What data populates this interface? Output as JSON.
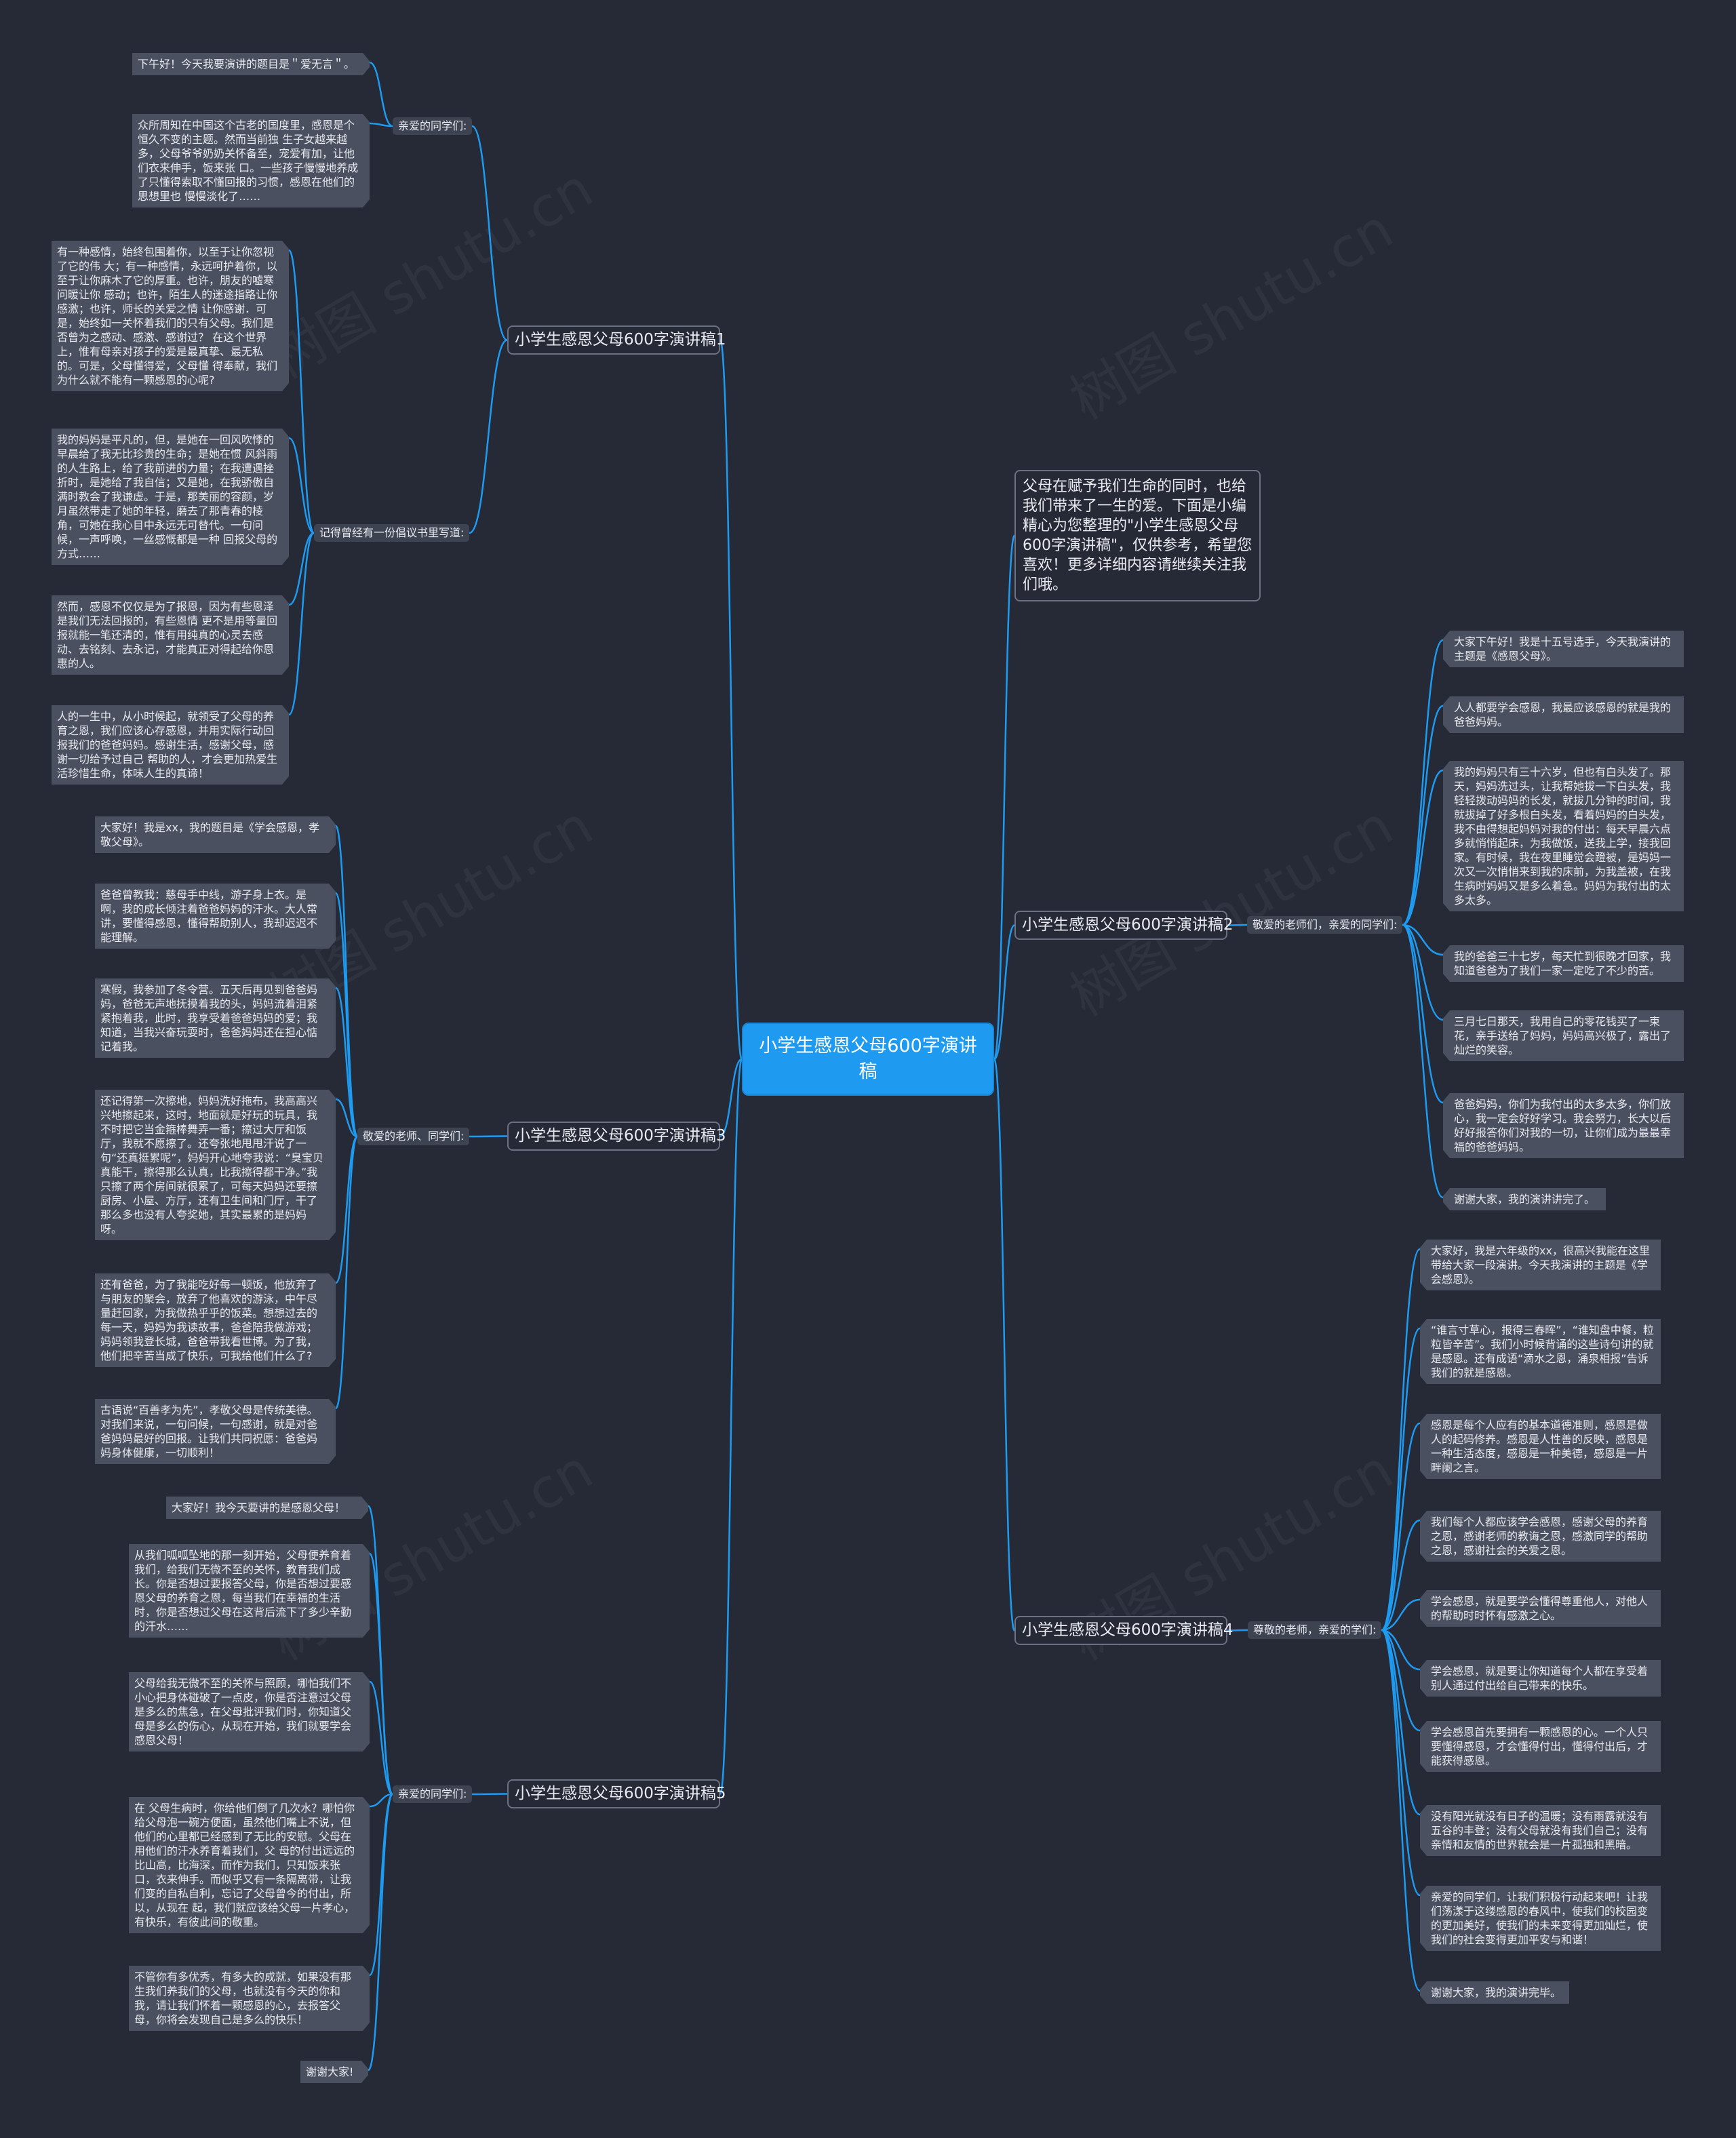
{
  "root": "小学生感恩父母600字演讲稿",
  "intro": "父母在赋予我们生命的同时，也给我们带来了一生的爱。下面是小编精心为您整理的\"小学生感恩父母600字演讲稿\"，仅供参考，希望您喜欢！更多详细内容请继续关注我们哦。",
  "watermark": "树图 shutu.cn",
  "topics": [
    {
      "title": "小学生感恩父母600字演讲稿1",
      "groups": [
        {
          "label": "亲爱的同学们:",
          "leaves": [
            "下午好！今天我要演讲的题目是＂爱无言＂。",
            "众所周知在中国这个古老的国度里，感恩是个恒久不变的主题。然而当前独 生子女越来越多，父母爷爷奶奶关怀备至，宠爱有加，让他们衣来伸手，饭来张 口。一些孩子慢慢地养成了只懂得索取不懂回报的习惯，感恩在他们的思想里也 慢慢淡化了……"
          ]
        },
        {
          "label": "记得曾经有一份倡议书里写道:",
          "leaves": [
            "有一种感情，始终包围着你，以至于让你忽视了它的伟 大；有一种感情，永远呵护着你，以至于让你麻木了它的厚重。也许，朋友的嘘寒问暖让你 感动；也许，陌生人的迷途指路让你感激；也许，师长的关爱之情 让你感谢．可是，始终如一关怀着我们的只有父母。我们是否曾为之感动、感激、感谢过？ 在这个世界上，惟有母亲对孩子的爱是最真挚、最无私的。可是，父母懂得爱，父母懂 得奉献，我们为什么就不能有一颗感恩的心呢?",
            "我的妈妈是平凡的，但，是她在一回风吹悸的早晨给了我无比珍贵的生命；是她在惯 风斜雨的人生路上，给了我前进的力量；在我遭遇挫折时，是她给了我自信；又是她，在我骄傲自满时教会了我谦虚。于是，那美丽的容颜，岁月虽然带走了她的年轻，磨去了那青春的棱角，可她在我心目中永远无可替代。一句问候，一声呼唤，一丝感慨都是一种 回报父母的方式……",
            "然而，感恩不仅仅是为了报恩，因为有些恩泽是我们无法回报的，有些恩情 更不是用等量回报就能一笔还清的，惟有用纯真的心灵去感动、去铭刻、去永记，才能真正对得起给你恩惠的人。",
            "人的一生中，从小时候起，就领受了父母的养育之恩，我们应该心存感恩，并用实际行动回报我们的爸爸妈妈。感谢生活，感谢父母，感谢一切给予过自己 帮助的人，才会更加热爱生活珍惜生命，体味人生的真谛！"
          ]
        }
      ]
    },
    {
      "title": "小学生感恩父母600字演讲稿2",
      "groups": [
        {
          "label": "敬爱的老师们，亲爱的同学们:",
          "leaves": [
            "大家下午好！我是十五号选手，今天我演讲的主题是《感恩父母》。",
            "人人都要学会感恩，我最应该感恩的就是我的爸爸妈妈。",
            "我的妈妈只有三十六岁，但也有白头发了。那天，妈妈洗过头，让我帮她拔一下白头发，我轻轻拨动妈妈的长发，就拔几分钟的时间，我就拔掉了好多根白头发，看着妈妈的白头发，我不由得想起妈妈对我的付出：每天早晨六点多就悄悄起床，为我做饭，送我上学，接我回家。有时候，我在夜里睡觉会蹬被，是妈妈一次又一次悄悄来到我的床前，为我盖被，在我生病时妈妈又是多么着急。妈妈为我付出的太多太多。",
            "我的爸爸三十七岁，每天忙到很晚才回家，我知道爸爸为了我们一家一定吃了不少的苦。",
            "三月七日那天，我用自己的零花钱买了一束花，亲手送给了妈妈，妈妈高兴极了，露出了灿烂的笑容。",
            "爸爸妈妈，你们为我付出的太多太多，你们放心，我一定会好好学习。我会努力，长大以后好好报答你们对我的一切，让你们成为最最幸福的爸爸妈妈。",
            "谢谢大家，我的演讲讲完了。"
          ]
        }
      ]
    },
    {
      "title": "小学生感恩父母600字演讲稿3",
      "groups": [
        {
          "label": "敬爱的老师、同学们:",
          "leaves": [
            "大家好！我是xx，我的题目是《学会感恩，孝敬父母》。",
            "爸爸曾教我：慈母手中线，游子身上衣。是啊，我的成长倾注着爸爸妈妈的汗水。大人常讲，要懂得感恩，懂得帮助别人，我却迟迟不能理解。",
            "寒假，我参加了冬令营。五天后再见到爸爸妈妈，爸爸无声地抚摸着我的头，妈妈流着泪紧紧抱着我，此时，我享受着爸爸妈妈的爱；我知道，当我兴奋玩耍时，爸爸妈妈还在担心惦记着我。",
            "还记得第一次擦地，妈妈洗好拖布，我高高兴兴地擦起来，这时，地面就是好玩的玩具，我不时把它当金箍棒舞弄一番；擦过大厅和饭厅，我就不愿擦了。还夸张地甩甩汗说了一句“还真挺累呢”，妈妈开心地夸我说：“臭宝贝真能干，擦得那么认真，比我擦得都干净。”我只擦了两个房间就很累了，可每天妈妈还要擦厨房、小屋、方厅，还有卫生间和门厅，干了那么多也没有人夸奖她，其实最累的是妈妈呀。",
            "还有爸爸，为了我能吃好每一顿饭，他放弃了与朋友的聚会，放弃了他喜欢的游泳，中午尽量赶回家，为我做热乎乎的饭菜。想想过去的每一天，妈妈为我读故事，爸爸陪我做游戏；妈妈领我登长城，爸爸带我看世博。为了我，他们把辛苦当成了快乐，可我给他们什么了?",
            "古语说“百善孝为先”，孝敬父母是传统美德。对我们来说，一句问候，一句感谢，就是对爸爸妈妈最好的回报。让我们共同祝愿：爸爸妈妈身体健康，一切顺利！"
          ]
        }
      ]
    },
    {
      "title": "小学生感恩父母600字演讲稿4",
      "groups": [
        {
          "label": "尊敬的老师，亲爱的学们:",
          "leaves": [
            "大家好，我是六年级的xx，很高兴我能在这里带给大家一段演讲。今天我演讲的主题是《学会感恩》。",
            "“谁言寸草心，报得三春晖”，“谁知盘中餐，粒粒皆辛苦”。我们小时候背诵的这些诗句讲的就是感恩。还有成语“滴水之恩，涌泉相报”告诉我们的就是感恩。",
            "感恩是每个人应有的基本道德准则，感恩是做人的起码修养。感恩是人性善的反映，感恩是一种生活态度，感恩是一种美德，感恩是一片畔阑之言。",
            "我们每个人都应该学会感恩，感谢父母的养育之恩，感谢老师的教诲之恩，感激同学的帮助之恩，感谢社会的关爱之恩。",
            "学会感恩，就是要学会懂得尊重他人，对他人的帮助时时怀有感激之心。",
            "学会感恩，就是要让你知道每个人都在享受着别人通过付出给自己带来的快乐。",
            "学会感恩首先要拥有一颗感恩的心。一个人只要懂得感恩，才会懂得付出，懂得付出后，才能获得感恩。",
            "没有阳光就没有日子的温暖；没有雨露就没有五谷的丰登；没有父母就没有我们自己；没有亲情和友情的世界就会是一片孤独和黑暗。",
            "亲爱的同学们，让我们积极行动起来吧！让我们荡漾于这缕感恩的春风中，使我们的校园变的更加美好，使我们的未来变得更加灿烂，使我们的社会变得更加平安与和谐！",
            "谢谢大家，我的演讲完毕。"
          ]
        }
      ]
    },
    {
      "title": "小学生感恩父母600字演讲稿5",
      "groups": [
        {
          "label": "亲爱的同学们:",
          "leaves": [
            "大家好！我今天要讲的是感恩父母！",
            "从我们呱呱坠地的那一刻开始，父母便养育着我们，给我们无微不至的关怀，教育我们成长。你是否想过要报答父母，你是否想过要感恩父母的养育之恩，每当我们在幸福的生活时，你是否想过父母在这背后流下了多少辛勤的汗水……",
            "父母给我无微不至的关怀与照顾，哪怕我们不小心把身体碰破了一点皮，你是否注意过父母是多么的焦急，在父母批评我们时，你知道父母是多么的伤心，从现在开始，我们就要学会感恩父母！",
            "在 父母生病时，你给他们倒了几次水？哪怕你给父母泡一碗方便面，虽然他们嘴上不说，但他们的心里都已经感到了无比的安慰。父母在用他们的汗水养育着我们，父 母的付出远远的比山高，比海深，而作为我们，只知饭来张口，衣来伸手。而似乎又有一条隔离带，让我们变的自私自利，忘记了父母曾今的付出，所以，从现在 起，我们就应该给父母一片孝心，有快乐，有彼此间的敬重。",
            "不管你有多优秀，有多大的成就，如果没有那生我们养我们的父母，也就没有今天的你和我，请让我们怀着一颗感恩的心，去报答父母，你将会发现自己是多么的快乐！",
            "谢谢大家!"
          ]
        }
      ]
    }
  ]
}
